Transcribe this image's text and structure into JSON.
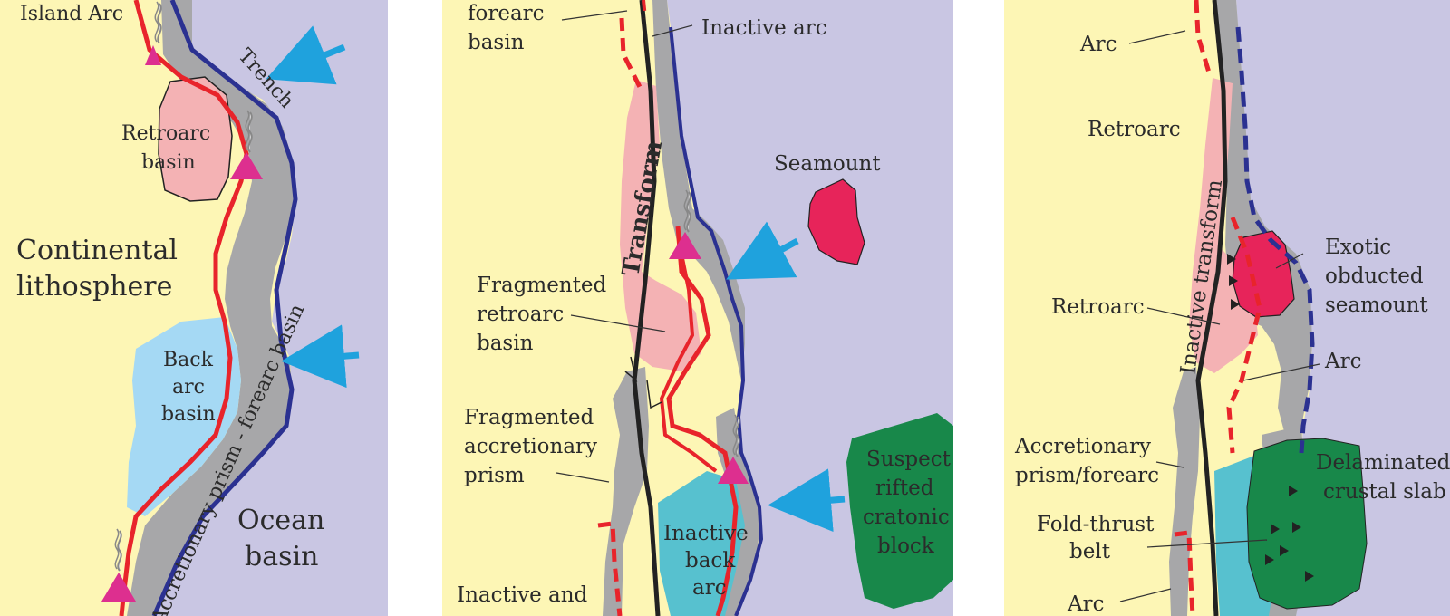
{
  "panel1": {
    "labels": {
      "island_arc": "Island Arc",
      "trench": "Trench",
      "retroarc_basin_1": "Retroarc",
      "retroarc_basin_2": "basin",
      "continental_1": "Continental",
      "continental_2": "lithosphere",
      "back_arc_1": "Back",
      "back_arc_2": "arc",
      "back_arc_3": "basin",
      "prism_forearc": "Accretionary prism - forearc basin",
      "ocean_1": "Ocean",
      "ocean_2": "basin"
    }
  },
  "panel2": {
    "labels": {
      "forearc_1": "forearc",
      "forearc_2": "basin",
      "inactive_arc": "Inactive  arc",
      "seamount": "Seamount",
      "transform": "Transform",
      "frag_retro_1": "Fragmented",
      "frag_retro_2": "retroarc",
      "frag_retro_3": "basin",
      "frag_accr_1": "Fragmented",
      "frag_accr_2": "accretionary",
      "frag_accr_3": "prism",
      "suspect_1": "Suspect",
      "suspect_2": "rifted",
      "suspect_3": "cratonic",
      "suspect_4": "block",
      "inactive_back_1": "Inactive",
      "inactive_back_2": "back",
      "inactive_back_3": "arc",
      "inactive_and": "Inactive and"
    }
  },
  "panel3": {
    "labels": {
      "arc_top": "Arc",
      "retroarc_top": "Retroarc",
      "inactive_transform": "Inactive transform",
      "exotic_1": "Exotic",
      "exotic_2": "obducted",
      "exotic_3": "seamount",
      "retroarc_mid": "Retroarc",
      "arc_mid": "Arc",
      "accr_1": "Accretionary",
      "accr_2": "prism/forearc",
      "delam_1": "Delaminated",
      "delam_2": "crustal slab",
      "fold_1": "Fold-thrust",
      "fold_2": "belt",
      "arc_bottom": "Arc"
    }
  },
  "colors": {
    "continent": "#fdf6b5",
    "ocean": "#c9c6e3",
    "prism": "#a7a7a9",
    "arc_red": "#e8242b",
    "trench_blue": "#2b3191",
    "retroarc_pink": "#f4b2b4",
    "backarc_blue": "#a5d9f4",
    "inactive_teal": "#57c1cf",
    "seamount_red": "#e7245a",
    "block_green": "#18884a",
    "arrow_blue": "#1fa2dd",
    "volcano_magenta": "#dd2f8f"
  }
}
